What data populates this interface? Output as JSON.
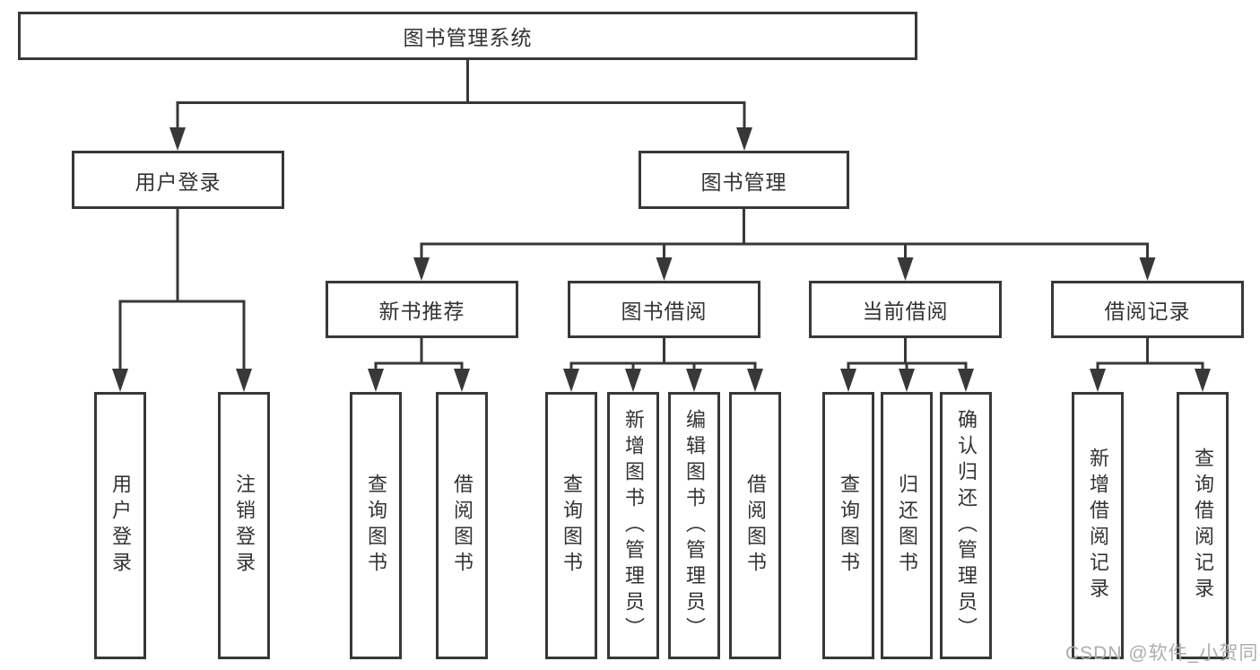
{
  "diagram": {
    "root": {
      "label": "图书管理系统"
    },
    "branches": [
      {
        "label": "用户登录",
        "children": [
          "用户登录",
          "注销登录"
        ]
      },
      {
        "label": "图书管理",
        "sections": [
          {
            "label": "新书推荐",
            "children": [
              "查询图书",
              "借阅图书"
            ]
          },
          {
            "label": "图书借阅",
            "children": [
              "查询图书",
              "新增图书（管理员）",
              "编辑图书（管理员）",
              "借阅图书"
            ]
          },
          {
            "label": "当前借阅",
            "children": [
              "查询图书",
              "归还图书",
              "确认归还（管理员）"
            ]
          },
          {
            "label": "借阅记录",
            "children": [
              "新增借阅记录",
              "查询借阅记录"
            ]
          }
        ]
      }
    ],
    "watermark": "CSDN @软件_小贺同学",
    "colors": {
      "line": "#383838",
      "text": "#333333",
      "watermark": "#adadad",
      "background": "#ffffff"
    }
  }
}
